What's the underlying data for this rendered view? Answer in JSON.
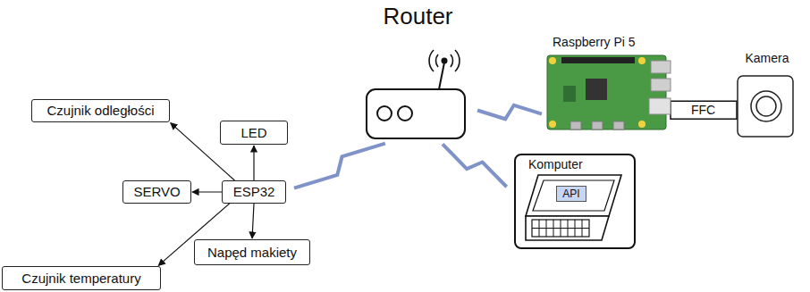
{
  "diagram": {
    "nodes": [
      {
        "text": [
          "Router"
        ]
      },
      {
        "text": [
          "Raspberry Pi 5"
        ]
      },
      {
        "text": [
          "Kamera"
        ]
      },
      {
        "text": [
          "Czujnik odległości"
        ]
      },
      {
        "text": [
          "LED"
        ]
      },
      {
        "text": [
          "SERVO"
        ]
      },
      {
        "text": [
          "ESP32"
        ]
      },
      {
        "text": [
          "Komputer"
        ]
      },
      {
        "text": [
          "API"
        ],
        "in": 7
      },
      {
        "text": [
          "Napęd makiety"
        ]
      },
      {
        "text": [
          "Czujnik temperatury"
        ]
      }
    ],
    "edges": [
      {
        "from": 6,
        "to": 3,
        "arrow": "to"
      },
      {
        "from": 6,
        "to": 4,
        "arrow": "to"
      },
      {
        "from": 6,
        "to": 5,
        "arrow": "to"
      },
      {
        "from": 6,
        "to": 10,
        "arrow": "to"
      },
      {
        "from": 6,
        "to": 9,
        "arrow": "to"
      },
      {
        "from": 0,
        "to": 6,
        "arrow": "none"
      },
      {
        "from": 0,
        "to": 1,
        "arrow": "none"
      },
      {
        "from": 0,
        "to": 7,
        "arrow": "none"
      },
      {
        "from": 1,
        "to": 2,
        "label": "FFC",
        "arrow": "none"
      }
    ]
  }
}
